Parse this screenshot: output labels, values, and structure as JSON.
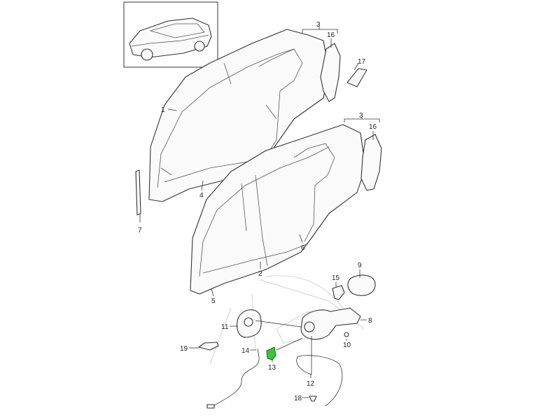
{
  "diagram": {
    "title": "Side panel and fuel filler flap exploded parts diagram",
    "inset": {
      "description_icon": "vehicle-thumbnail"
    },
    "highlight_color": "#3ec43e",
    "callouts": {
      "c3a": "3",
      "c16a": "16",
      "c17": "17",
      "c1": "1",
      "c7": "7",
      "c4": "4",
      "c3b": "3",
      "c16b": "16",
      "c6": "6",
      "c2": "2",
      "c5": "5",
      "c9": "9",
      "c15": "15",
      "c8": "8",
      "c11": "11",
      "c10": "10",
      "c19": "19",
      "c14": "14",
      "c13": "13",
      "c12": "12",
      "c18": "18"
    }
  }
}
